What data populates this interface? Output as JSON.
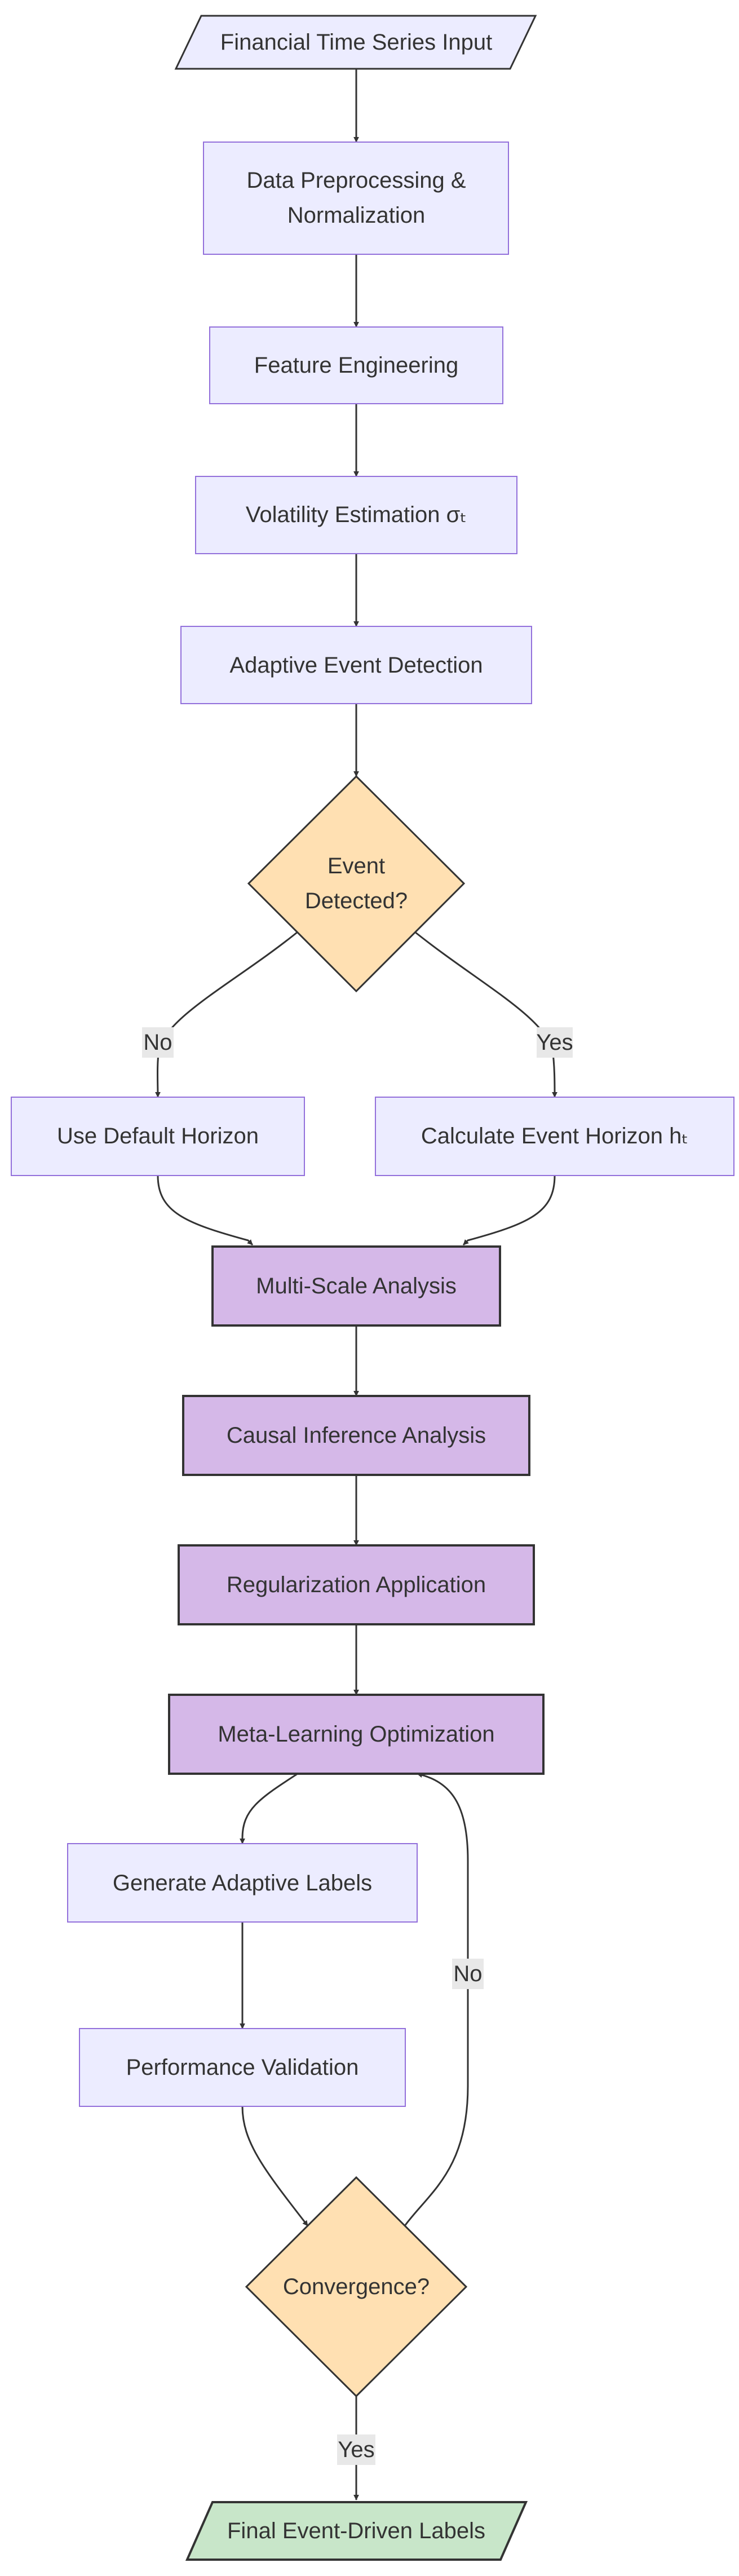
{
  "nodes": {
    "input": "Financial Time Series Input",
    "preprocess_line1": "Data Preprocessing &",
    "preprocess_line2": "Normalization",
    "feature": "Feature Engineering",
    "volatility": "Volatility Estimation σₜ",
    "event_detection": "Adaptive Event Detection",
    "event_decision_line1": "Event",
    "event_decision_line2": "Detected?",
    "default_horizon": "Use Default Horizon",
    "event_horizon": "Calculate Event Horizon hₜ",
    "multiscale": "Multi-Scale Analysis",
    "causal": "Causal Inference Analysis",
    "regularization": "Regularization Application",
    "meta_learning": "Meta-Learning Optimization",
    "generate_labels": "Generate Adaptive Labels",
    "validation": "Performance Validation",
    "convergence": "Convergence?",
    "output": "Final Event-Driven Labels"
  },
  "edge_labels": {
    "event_no": "No",
    "event_yes": "Yes",
    "convergence_no": "No",
    "convergence_yes": "Yes"
  },
  "colors": {
    "process_fill": "#ECECFF",
    "process_stroke": "#9370DB",
    "decision_fill": "#FFE0B2",
    "decision_stroke": "#333333",
    "analysis_fill": "#D5B8E8",
    "analysis_stroke": "#333333",
    "output_fill": "#C8E6C9",
    "edge": "#333333",
    "edge_label_bg": "#E8E8E8"
  }
}
